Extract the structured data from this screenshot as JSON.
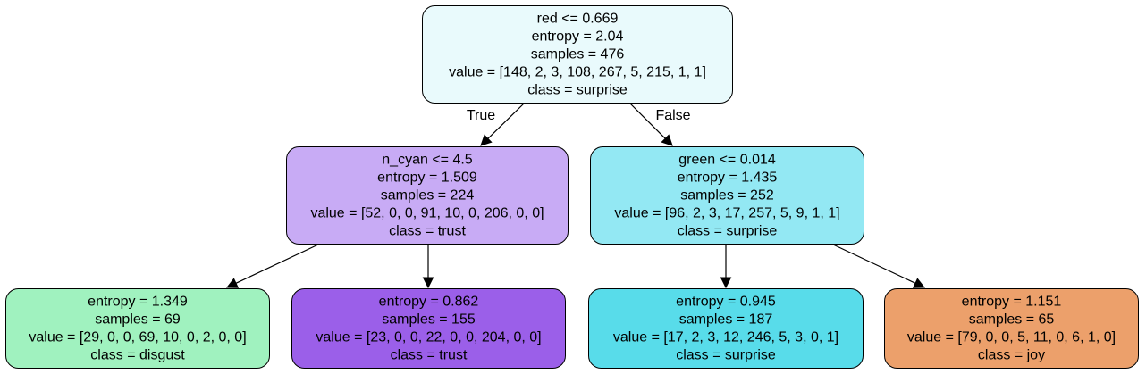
{
  "tree": {
    "nodes": [
      {
        "id": "root",
        "fill": "#e9fafc",
        "lines": [
          "red <= 0.669",
          "entropy = 2.04",
          "samples = 476",
          "value = [148, 2, 3, 108, 267, 5, 215, 1, 1]",
          "class = surprise"
        ]
      },
      {
        "id": "n-cyan-split",
        "fill": "#c8abf5",
        "lines": [
          "n_cyan <= 4.5",
          "entropy = 1.509",
          "samples = 224",
          "value = [52, 0, 0, 91, 10, 0, 206, 0, 0]",
          "class = trust"
        ]
      },
      {
        "id": "green-split",
        "fill": "#93e8f3",
        "lines": [
          "green <= 0.014",
          "entropy = 1.435",
          "samples = 252",
          "value = [96, 2, 3, 17, 257, 5, 9, 1, 1]",
          "class = surprise"
        ]
      },
      {
        "id": "leaf-disgust",
        "fill": "#a0f2bf",
        "lines": [
          "entropy = 1.349",
          "samples = 69",
          "value = [29, 0, 0, 69, 10, 0, 2, 0, 0]",
          "class = disgust"
        ]
      },
      {
        "id": "leaf-trust",
        "fill": "#9b5fe9",
        "lines": [
          "entropy = 0.862",
          "samples = 155",
          "value = [23, 0, 0, 22, 0, 0, 204, 0, 0]",
          "class = trust"
        ]
      },
      {
        "id": "leaf-surprise",
        "fill": "#58dcea",
        "lines": [
          "entropy = 0.945",
          "samples = 187",
          "value = [17, 2, 3, 12, 246, 5, 3, 0, 1]",
          "class = surprise"
        ]
      },
      {
        "id": "leaf-joy",
        "fill": "#eca06b",
        "lines": [
          "entropy = 1.151",
          "samples = 65",
          "value = [79, 0, 0, 5, 11, 0, 6, 1, 0]",
          "class = joy"
        ]
      }
    ],
    "edges": [
      {
        "from": "root",
        "to": "n-cyan-split",
        "label": "True"
      },
      {
        "from": "root",
        "to": "green-split",
        "label": "False"
      },
      {
        "from": "n-cyan-split",
        "to": "leaf-disgust",
        "label": ""
      },
      {
        "from": "n-cyan-split",
        "to": "leaf-trust",
        "label": ""
      },
      {
        "from": "green-split",
        "to": "leaf-surprise",
        "label": ""
      },
      {
        "from": "green-split",
        "to": "leaf-joy",
        "label": ""
      }
    ]
  }
}
